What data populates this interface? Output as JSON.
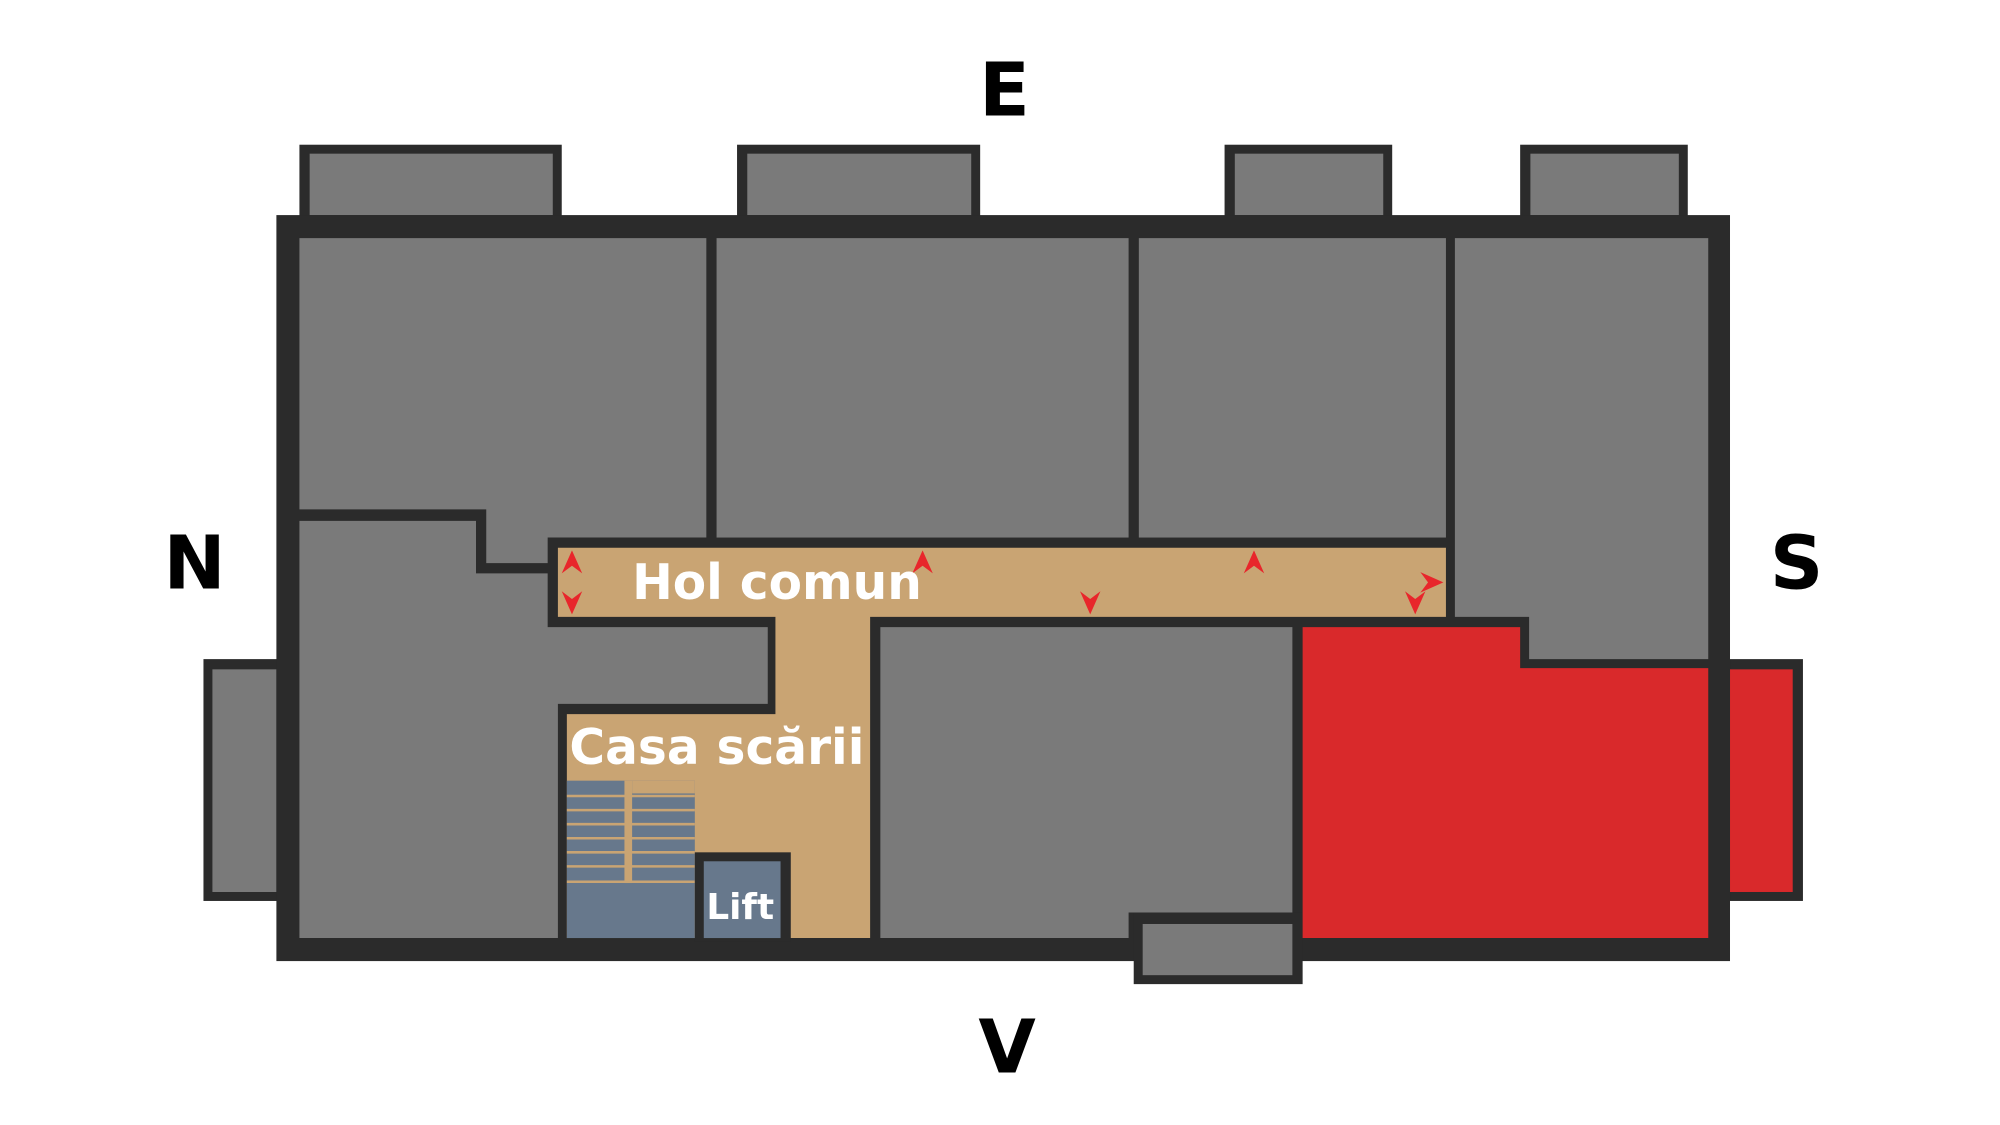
{
  "compass": {
    "north": "N",
    "east": "E",
    "south": "S",
    "west": "V"
  },
  "labels": {
    "hallway": "Hol comun",
    "stairwell": "Casa scării",
    "lift": "Lift"
  },
  "colors": {
    "wall": "#2b2b2b",
    "room": "#7a7a7a",
    "hallway": "#c9a473",
    "highlighted_unit": "#d9292b",
    "stairs": "#67788c",
    "arrows": "#e8262b"
  },
  "icons": [
    "door-arrow-icon"
  ]
}
